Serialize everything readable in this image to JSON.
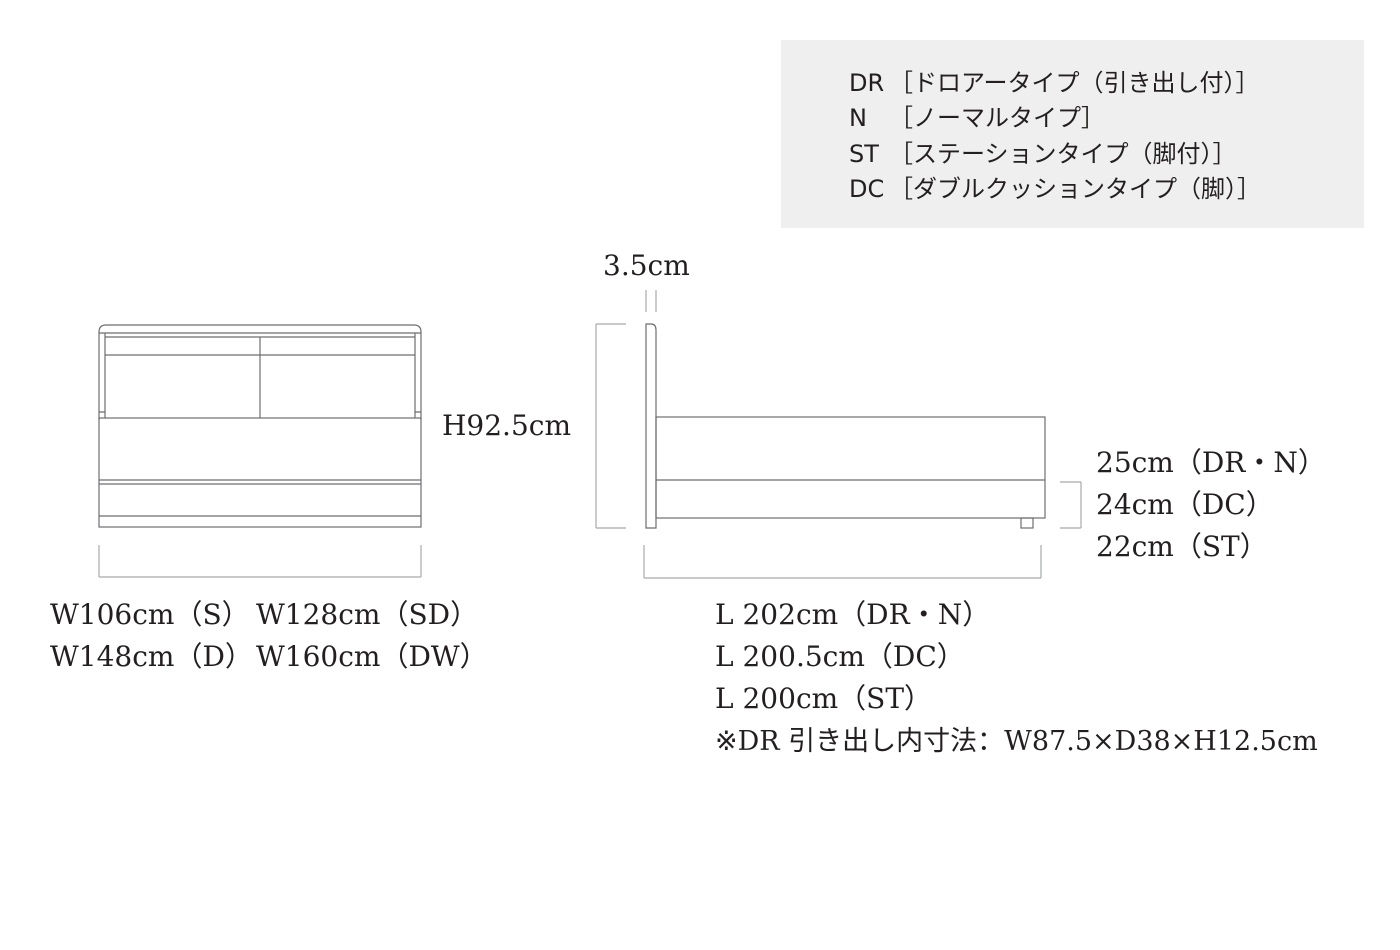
{
  "legend": [
    {
      "code": "DR",
      "desc": "［ドロアータイプ（引き出し付）］"
    },
    {
      "code": "N",
      "desc": "［ノーマルタイプ］"
    },
    {
      "code": "ST",
      "desc": "［ステーションタイプ（脚付）］"
    },
    {
      "code": "DC",
      "desc": "［ダブルクッションタイプ（脚）］"
    }
  ],
  "dimensions": {
    "headboard_thickness": "3.5cm",
    "height": "H92.5cm",
    "frame_heights": [
      "25cm（DR・N）",
      "24cm（DC）",
      "22cm（ST）"
    ],
    "widths": [
      [
        "W106cm（S）",
        "W128cm（SD）"
      ],
      [
        "W148cm（D）",
        "W160cm（DW）"
      ]
    ],
    "lengths": [
      "L 202cm（DR・N）",
      "L 200.5cm（DC）",
      "L 200cm（ST）"
    ],
    "drawer_note": "※DR 引き出し内寸法：W87.5×D38×H12.5cm"
  },
  "colors": {
    "line": "#6d6e71",
    "dim_line": "#a7a9ac",
    "legend_bg": "#efefef",
    "text": "#231f20"
  }
}
